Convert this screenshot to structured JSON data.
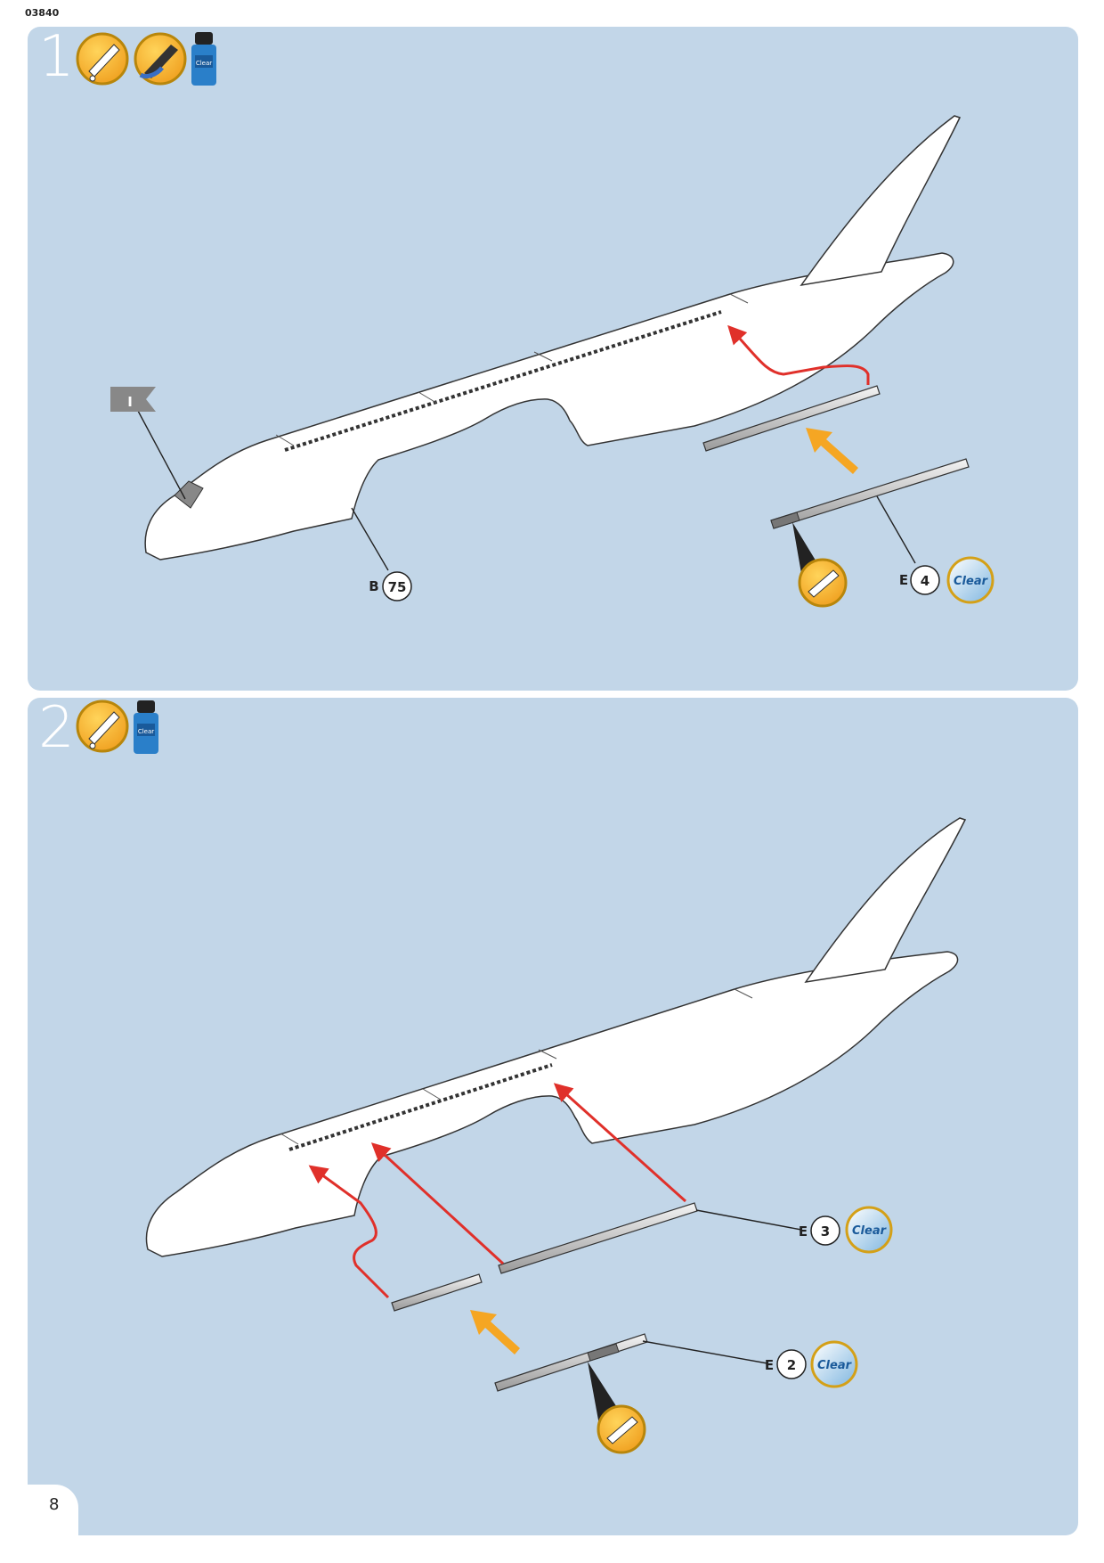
{
  "document_id": "03840",
  "page_number": "8",
  "steps": [
    {
      "number": "1",
      "parts": [
        {
          "sprue": "B",
          "part": "75"
        },
        {
          "sprue": "E",
          "part": "4",
          "badge": "Clear"
        }
      ],
      "icons": [
        "glue-icon",
        "paint-brush-icon",
        "clear-glue-bottle-icon",
        "cutter-icon"
      ]
    },
    {
      "number": "2",
      "parts": [
        {
          "sprue": "E",
          "part": "3",
          "badge": "Clear"
        },
        {
          "sprue": "E",
          "part": "2",
          "badge": "Clear"
        }
      ],
      "icons": [
        "glue-icon",
        "clear-glue-bottle-icon",
        "cutter-icon"
      ]
    }
  ],
  "colors": {
    "panel": "#c2d6e8",
    "accent_orange": "#f5a623",
    "arrow_red": "#e0302a",
    "clear_blue": "#1a5a9a"
  }
}
